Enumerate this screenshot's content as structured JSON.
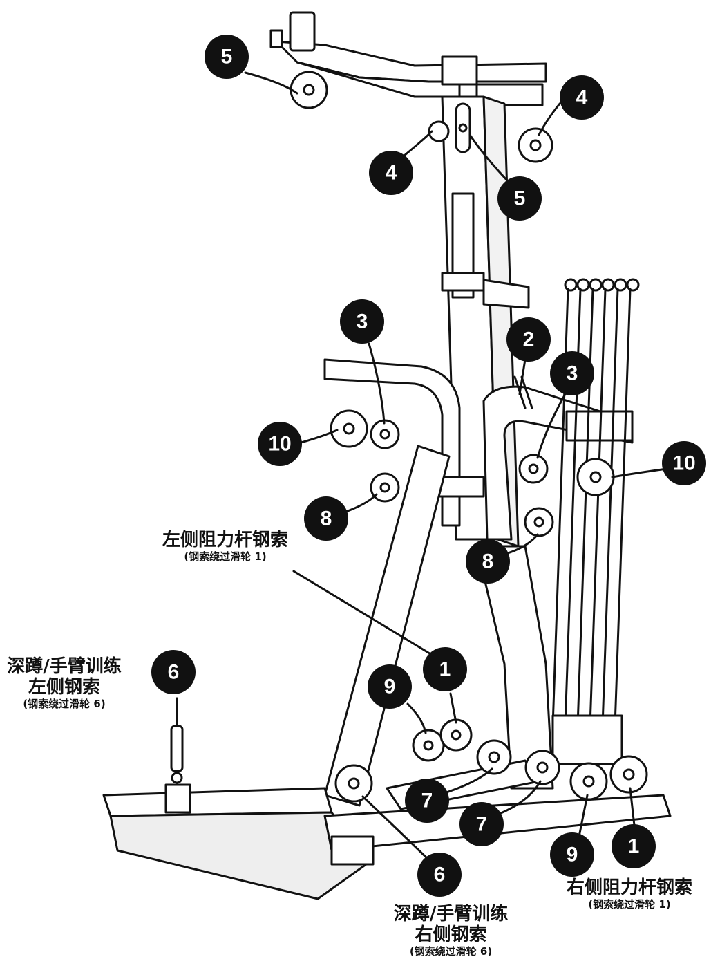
{
  "labels": {
    "left_resistance": {
      "title": "左侧阻力杆钢索",
      "note": "(钢索绕过滑轮 1)"
    },
    "right_resistance": {
      "title": "右侧阻力杆钢索",
      "note": "(钢索绕过滑轮 1)"
    },
    "squat_left": {
      "line1": "深蹲/手臂训练",
      "line2": "左侧钢索",
      "note": "(钢索绕过滑轮 6)"
    },
    "squat_right": {
      "line1": "深蹲/手臂训练",
      "line2": "右侧钢索",
      "note": "(钢索绕过滑轮 6)"
    }
  },
  "callouts": {
    "c5_top_left": "5",
    "c4_top_right": "4",
    "c4_center": "4",
    "c5_center": "5",
    "c3_left": "3",
    "c2": "2",
    "c3_right": "3",
    "c10_left": "10",
    "c10_right": "10",
    "c8_left": "8",
    "c8_right": "8",
    "c1_center": "1",
    "c9_center": "9",
    "c6_left": "6",
    "c7_center": "7",
    "c7_right": "7",
    "c6_bottom": "6",
    "c9_right": "9",
    "c1_right": "1"
  },
  "colors": {
    "ink": "#111111",
    "frame_fill": "#ffffff",
    "callout_fill": "#111111"
  }
}
